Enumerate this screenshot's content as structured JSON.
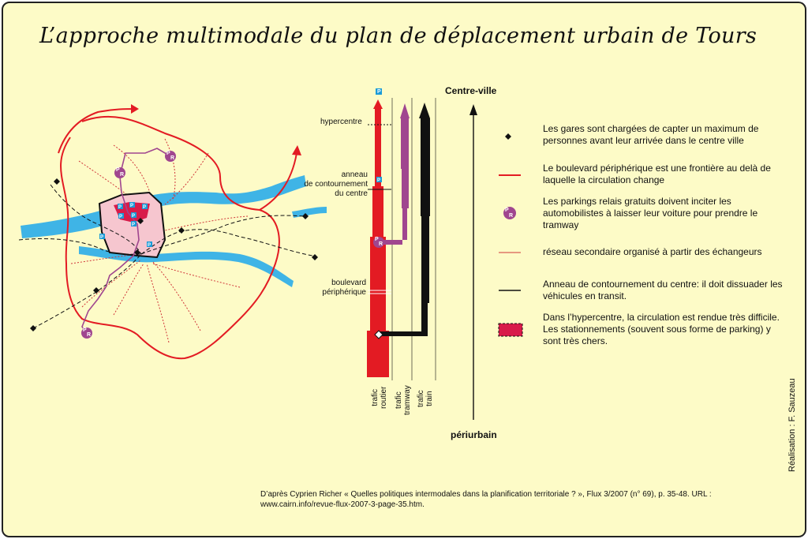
{
  "title": "L’approche multimodale du plan de déplacement urbain de Tours",
  "diagram": {
    "axis_top": "Centre-ville",
    "axis_bottom": "périurbain",
    "parking_symbol": "P",
    "pr_symbol_p": "P",
    "pr_symbol_r": "R",
    "levels": {
      "hypercentre": "hypercentre",
      "anneau_1": "anneau",
      "anneau_2": "de contournement",
      "anneau_3": "du centre",
      "boulevard_1": "boulevard",
      "boulevard_2": "périphérique"
    },
    "columns": {
      "road_1": "trafic",
      "road_2": "routier",
      "tram_1": "trafic",
      "tram_2": "tramway",
      "train_1": "trafic",
      "train_2": "train"
    }
  },
  "legend": {
    "items": [
      {
        "icon": "station-diamond-icon",
        "text": "Les gares sont chargées de capter un maximum de personnes avant leur arrivée dans le centre ville"
      },
      {
        "icon": "red-line-icon",
        "text": "Le boulevard périphérique est une frontière au delà de laquelle la circulation change"
      },
      {
        "icon": "park-and-ride-icon",
        "text": "Les parkings relais gratuits doivent inciter les automobilistes à laisser leur voiture pour prendre le tramway"
      },
      {
        "icon": "thin-red-line-icon",
        "text": "réseau secondaire organisé à partir des échangeurs"
      },
      {
        "icon": "black-line-icon",
        "text": "Anneau de contournement du centre: il doit dissuader les véhicules en transit."
      },
      {
        "icon": "hypercentre-rect-icon",
        "text": "Dans l’hypercentre, la circulation est rendue très difficile. Les stationnements (souvent sous forme de parking) y sont très chers."
      }
    ]
  },
  "credit": "Réalisation : F. Sauzeau",
  "source": "D’après Cyprien Richer « Quelles politiques intermodales dans la planification territoriale ? », Flux 3/2007 (n° 69), p. 35-48. URL : www.cairn.info/revue-flux-2007-3-page-35.htm.",
  "colors": {
    "background": "#fdfbc7",
    "road": "#e31b23",
    "tram": "#a0468f",
    "train": "#111111",
    "river": "#3fb4e6",
    "hypercentre": "#d81b4a",
    "centre_zone": "#f6c6cf",
    "parking": "#1a9bd7"
  }
}
